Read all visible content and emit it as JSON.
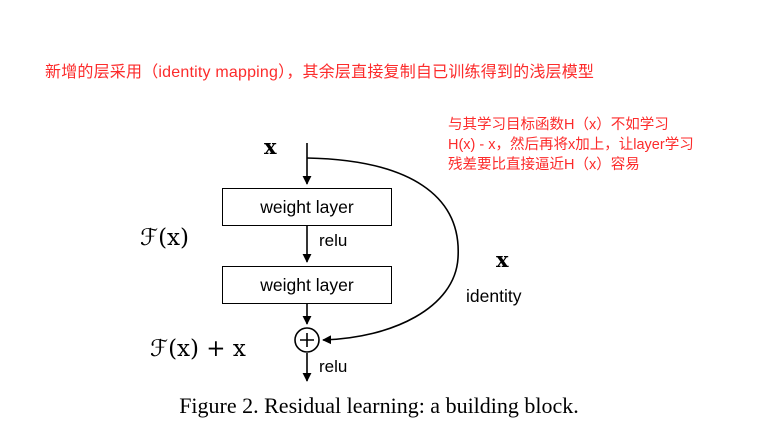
{
  "annotations": {
    "top": "新增的层采用（identity mapping），其余层直接复制自已训练得到的浅层模型",
    "right_lines": [
      "与其学习目标函数H（x）不如学习",
      "H(x) - x，然后再将x加上，让layer学习",
      "残差要比直接逼近H（x）容易"
    ]
  },
  "diagram": {
    "input_label": "x",
    "weight_layer_1": "weight layer",
    "relu_1": "relu",
    "residual_function_label": "ℱ(x)",
    "weight_layer_2": "weight layer",
    "identity_x_label": "x",
    "identity_label": "identity",
    "output_label": "ℱ(x) + x",
    "relu_2": "relu"
  },
  "caption": "Figure 2. Residual learning: a building block.",
  "colors": {
    "annotation_red": "#fc2b2b",
    "diagram_black": "#000000"
  }
}
